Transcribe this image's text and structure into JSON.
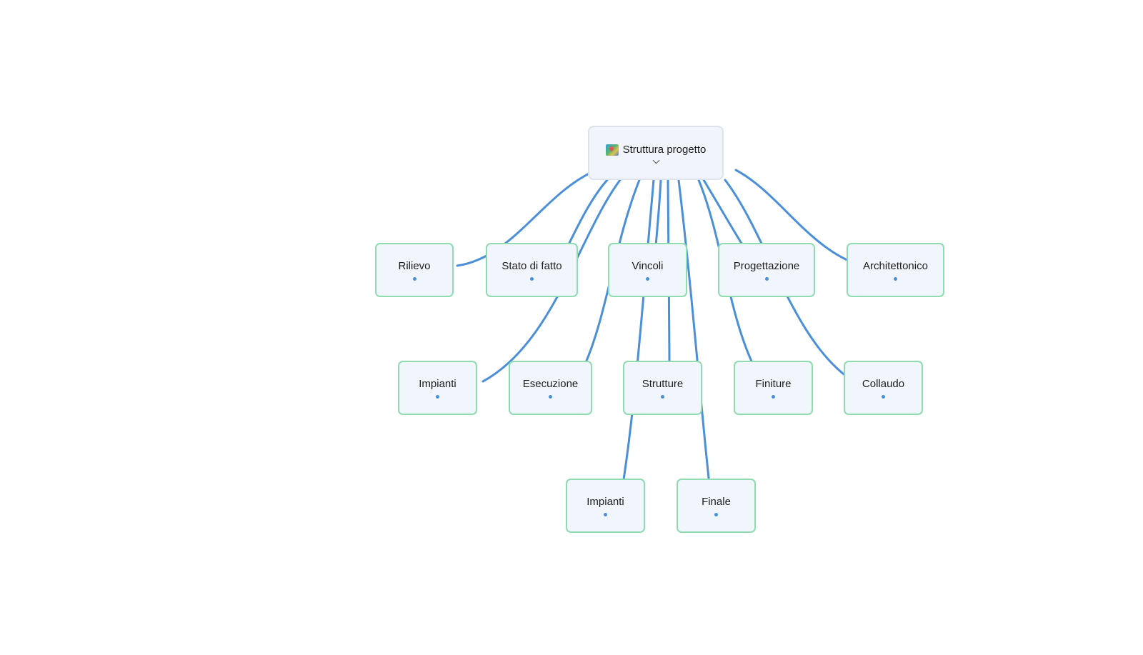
{
  "diagram": {
    "accent_color": "#4a8fd8",
    "node_border_color": "#8fdcb0",
    "root": {
      "id": "root",
      "label": "Struttura progetto",
      "icon": "map-icon",
      "toggle_icon": "chevron-down-icon"
    },
    "nodes": [
      {
        "id": "rilievo",
        "label": "Rilievo",
        "parent": "root"
      },
      {
        "id": "stato",
        "label": "Stato di fatto",
        "parent": "root"
      },
      {
        "id": "vincoli",
        "label": "Vincoli",
        "parent": "root"
      },
      {
        "id": "progettazione",
        "label": "Progettazione",
        "parent": "root"
      },
      {
        "id": "architettonico",
        "label": "Architettonico",
        "parent": "root"
      },
      {
        "id": "impianti1",
        "label": "Impianti",
        "parent": "root"
      },
      {
        "id": "esecuzione",
        "label": "Esecuzione",
        "parent": "root"
      },
      {
        "id": "strutture",
        "label": "Strutture",
        "parent": "root"
      },
      {
        "id": "finiture",
        "label": "Finiture",
        "parent": "root"
      },
      {
        "id": "collaudo",
        "label": "Collaudo",
        "parent": "root"
      },
      {
        "id": "impianti2",
        "label": "Impianti",
        "parent": "root"
      },
      {
        "id": "finale",
        "label": "Finale",
        "parent": "root"
      }
    ]
  }
}
